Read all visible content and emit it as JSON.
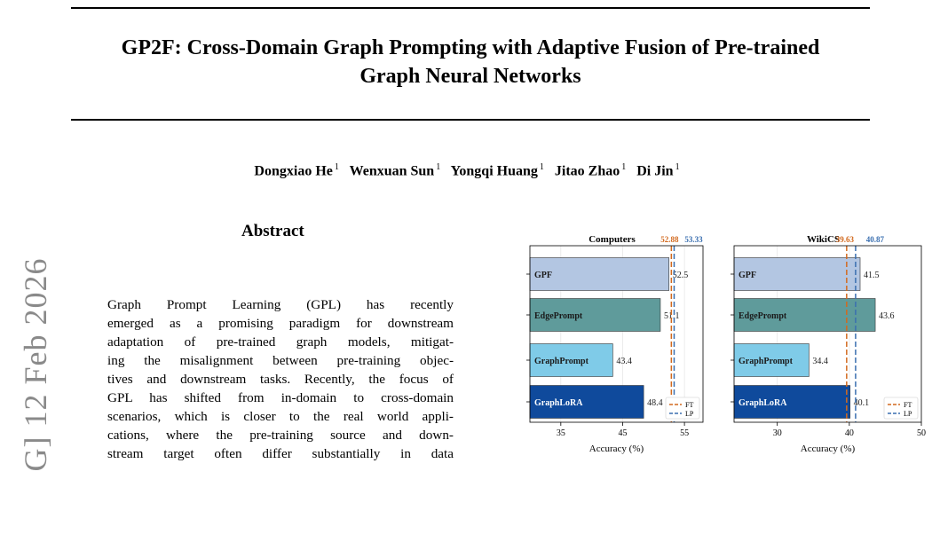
{
  "paper": {
    "title_lines": [
      "GP2F: Cross-Domain Graph Prompting with Adaptive Fusion of Pre-trained",
      "Graph Neural Networks"
    ],
    "authors": [
      {
        "name": "Dongxiao He",
        "aff": "1"
      },
      {
        "name": "Wenxuan Sun",
        "aff": "1"
      },
      {
        "name": "Yongqi Huang",
        "aff": "1"
      },
      {
        "name": "Jitao Zhao",
        "aff": "1"
      },
      {
        "name": "Di Jin",
        "aff": "1"
      }
    ],
    "abstract_heading": "Abstract",
    "abstract_lines": [
      "Graph Prompt Learning (GPL) has recently",
      "emerged as a promising paradigm for downstream",
      "adaptation of pre-trained graph models, mitigat-",
      "ing the misalignment between pre-training objec-",
      "tives and downstream tasks. Recently, the focus of",
      "GPL has shifted from in-domain to cross-domain",
      "scenarios, which is closer to the real world appli-",
      "cations, where the pre-training source and down-",
      "stream target often differ substantially in data"
    ],
    "arxiv_side": "G]  12 Feb 2026"
  },
  "chart_data": [
    {
      "type": "bar",
      "orientation": "horizontal",
      "title": "Computers",
      "categories": [
        "GPF",
        "EdgePrompt",
        "GraphPrompt",
        "GraphLoRA"
      ],
      "values": [
        52.5,
        51.1,
        43.4,
        48.4
      ],
      "value_labels": [
        "52.5",
        "51.1",
        "43.4",
        "48.4"
      ],
      "bar_colors": [
        "#b3c6e2",
        "#5f9b9b",
        "#7fcbe8",
        "#0f4a9c"
      ],
      "xlabel": "Accuracy (%)",
      "xlim": [
        30,
        58
      ],
      "xticks": [
        35,
        45,
        55
      ],
      "reference_lines": [
        {
          "name": "FT",
          "value": 52.88,
          "label": "52.88",
          "color": "#d2691e"
        },
        {
          "name": "LP",
          "value": 53.33,
          "label": "53.33",
          "color": "#3a6fb0"
        }
      ],
      "legend": "bottom-right"
    },
    {
      "type": "bar",
      "orientation": "horizontal",
      "title": "WikiCS",
      "categories": [
        "GPF",
        "EdgePrompt",
        "GraphPrompt",
        "GraphLoRA"
      ],
      "values": [
        41.5,
        43.6,
        34.4,
        40.1
      ],
      "value_labels": [
        "41.5",
        "43.6",
        "34.4",
        "40.1"
      ],
      "bar_colors": [
        "#b3c6e2",
        "#5f9b9b",
        "#7fcbe8",
        "#0f4a9c"
      ],
      "xlabel": "Accuracy (%)",
      "xlim": [
        24,
        50
      ],
      "xticks": [
        30,
        40,
        50
      ],
      "reference_lines": [
        {
          "name": "FT",
          "value": 39.63,
          "label": "39.63",
          "color": "#d2691e"
        },
        {
          "name": "LP",
          "value": 40.87,
          "label": "40.87",
          "color": "#3a6fb0"
        }
      ],
      "legend": "bottom-right"
    }
  ]
}
